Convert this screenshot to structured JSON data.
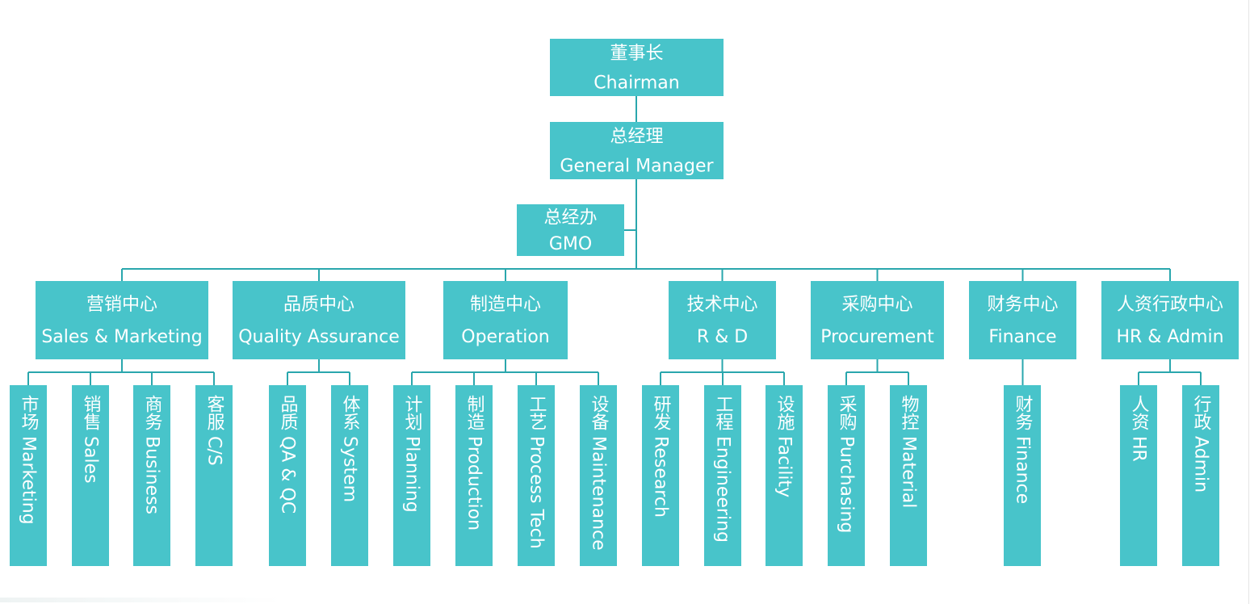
{
  "colors": {
    "box_fill": "#48c4ca",
    "line": "#2aa7ad",
    "text": "#ffffff"
  },
  "chairman": {
    "zh": "董事长",
    "en": "Chairman"
  },
  "general_manager": {
    "zh": "总经理",
    "en": "General Manager"
  },
  "gmo": {
    "zh": "总经办",
    "en": "GMO"
  },
  "centers": [
    {
      "zh": "营销中心",
      "en": "Sales & Marketing",
      "departments": [
        {
          "zh": "市场",
          "en": "Marketing"
        },
        {
          "zh": "销售",
          "en": "Sales"
        },
        {
          "zh": "商务",
          "en": "Business"
        },
        {
          "zh": "客服",
          "en": "C/S"
        }
      ]
    },
    {
      "zh": "品质中心",
      "en": "Quality Assurance",
      "departments": [
        {
          "zh": "品质",
          "en": "QA & QC"
        },
        {
          "zh": "体系",
          "en": "System"
        }
      ]
    },
    {
      "zh": "制造中心",
      "en": "Operation",
      "departments": [
        {
          "zh": "计划",
          "en": "Planning"
        },
        {
          "zh": "制造",
          "en": "Production"
        },
        {
          "zh": "工艺",
          "en": "Process Tech"
        },
        {
          "zh": "设备",
          "en": "Maintenance"
        }
      ]
    },
    {
      "zh": "技术中心",
      "en": "R & D",
      "departments": [
        {
          "zh": "研发",
          "en": "Research"
        },
        {
          "zh": "工程",
          "en": "Engineering"
        },
        {
          "zh": "设施",
          "en": "Facility"
        }
      ]
    },
    {
      "zh": "采购中心",
      "en": "Procurement",
      "departments": [
        {
          "zh": "采购",
          "en": "Purchasing"
        },
        {
          "zh": "物控",
          "en": "Material"
        }
      ]
    },
    {
      "zh": "财务中心",
      "en": "Finance",
      "departments": [
        {
          "zh": "财务",
          "en": "Finance"
        }
      ]
    },
    {
      "zh": "人资行政中心",
      "en": "HR & Admin",
      "departments": [
        {
          "zh": "人资",
          "en": "HR"
        },
        {
          "zh": "行政",
          "en": "Admin"
        }
      ]
    }
  ]
}
